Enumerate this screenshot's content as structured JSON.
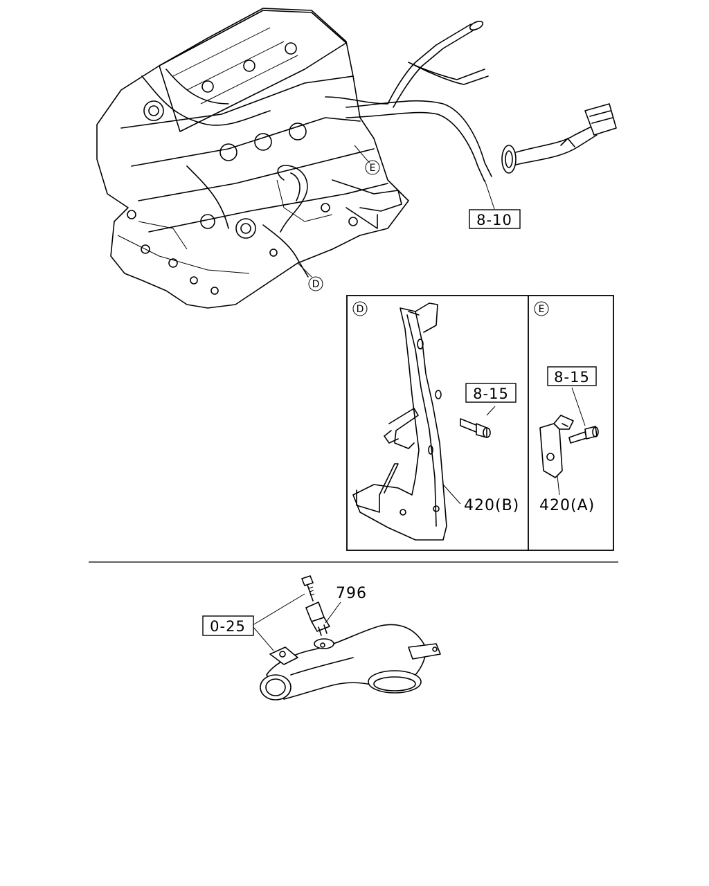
{
  "refs": {
    "harness_top": "8-10",
    "bolt_d": "8-15",
    "bolt_e": "8-15",
    "screw_bottom": "0-25"
  },
  "parts": {
    "bracket_b": "420(B)",
    "bracket_a": "420(A)",
    "sensor": "796"
  },
  "callouts": {
    "d_main": "D",
    "e_main": "E",
    "d_panel": "D",
    "e_panel": "E"
  }
}
